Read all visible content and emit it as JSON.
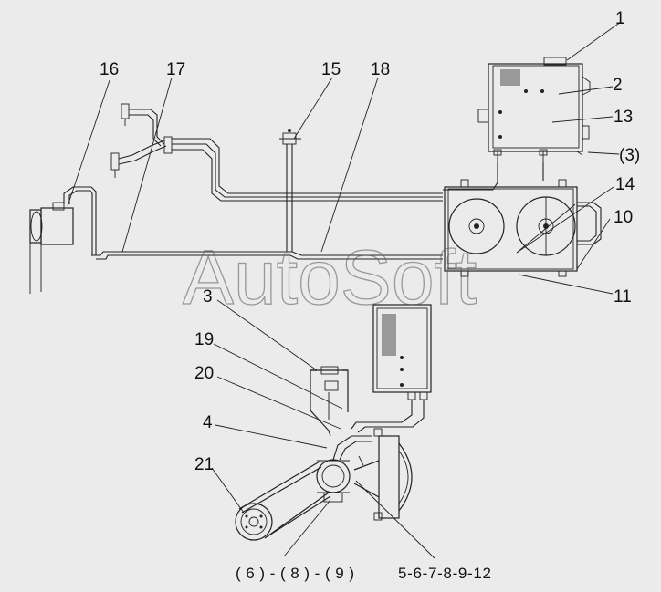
{
  "watermark": "AutoSoft",
  "callouts": {
    "c1": "1",
    "c2": "2",
    "c13": "13",
    "c3p": "(3)",
    "c14": "14",
    "c10": "10",
    "c11": "11",
    "c16": "16",
    "c17": "17",
    "c15": "15",
    "c18": "18",
    "c3": "3",
    "c19": "19",
    "c20": "20",
    "c4": "4",
    "c21": "21",
    "c6_8_9": "(6)-(8)-(9)",
    "c5_12": "5-6-7-8-9-12"
  },
  "colors": {
    "background": "#ebebeb",
    "line": "#222222"
  }
}
